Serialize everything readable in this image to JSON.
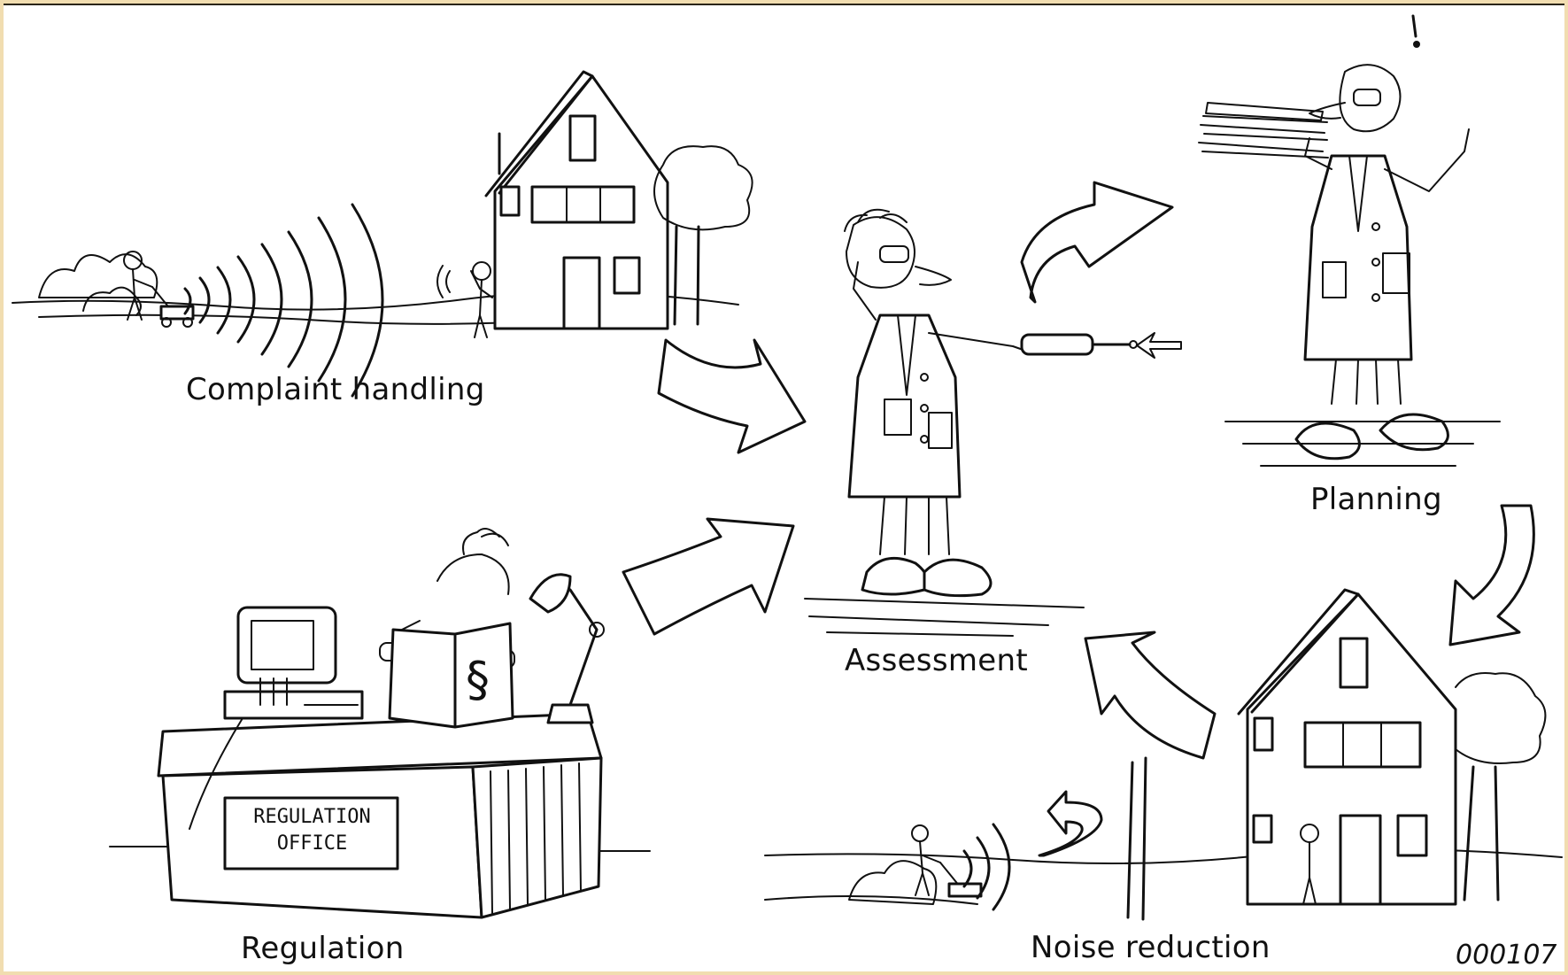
{
  "stages": {
    "complaint": {
      "label": "Complaint handling"
    },
    "assessment": {
      "label": "Assessment"
    },
    "planning": {
      "label": "Planning"
    },
    "regulation": {
      "label": "Regulation"
    },
    "noise_reduction": {
      "label": "Noise reduction"
    }
  },
  "sign": {
    "line1": "REGULATION",
    "line2": "OFFICE",
    "book_symbol": "§"
  },
  "exclamation": "!",
  "figure_code": "000107"
}
